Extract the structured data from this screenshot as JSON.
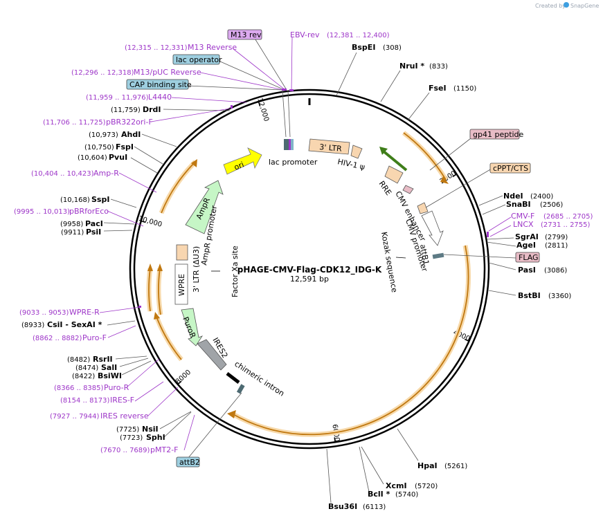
{
  "credit": {
    "prefix": "Created by",
    "brand": "SnapGene"
  },
  "plasmid": {
    "name": "pHAGE-CMV-Flag-CDK12_IDG-K",
    "size": "12,591 bp",
    "length": 12591
  },
  "ticks": [
    {
      "bp": 2000,
      "label": "2000"
    },
    {
      "bp": 4000,
      "label": "4000"
    },
    {
      "bp": 6000,
      "label": "6000"
    },
    {
      "bp": 8000,
      "label": "8000"
    },
    {
      "bp": 10000,
      "label": "10,000"
    },
    {
      "bp": 12000,
      "label": "12,000"
    }
  ],
  "cut_sites": [
    {
      "name": "BspEI",
      "pos": "(308)",
      "bp": 308
    },
    {
      "name": "NruI *",
      "pos": "(833)",
      "bp": 833
    },
    {
      "name": "FseI",
      "pos": "(1150)",
      "bp": 1150
    },
    {
      "name": "NdeI",
      "pos": "(2400)",
      "bp": 2400
    },
    {
      "name": "SnaBI",
      "pos": "(2506)",
      "bp": 2506
    },
    {
      "name": "SgrAI",
      "pos": "(2799)",
      "bp": 2799
    },
    {
      "name": "AgeI",
      "pos": "(2811)",
      "bp": 2811
    },
    {
      "name": "PasI",
      "pos": "(3086)",
      "bp": 3086
    },
    {
      "name": "BstBI",
      "pos": "(3360)",
      "bp": 3360
    },
    {
      "name": "HpaI",
      "pos": "(5261)",
      "bp": 5261
    },
    {
      "name": "XcmI",
      "pos": "(5720)",
      "bp": 5720
    },
    {
      "name": "BclI *",
      "pos": "(5740)",
      "bp": 5740
    },
    {
      "name": "Bsu36I",
      "pos": "(6113)",
      "bp": 6113
    },
    {
      "name": "SphI",
      "pos": "(7723)",
      "bp": 7723
    },
    {
      "name": "NsiI",
      "pos": "(7725)",
      "bp": 7725
    },
    {
      "name": "BsiWI",
      "pos": "(8422)",
      "bp": 8422
    },
    {
      "name": "SalI",
      "pos": "(8474)",
      "bp": 8474
    },
    {
      "name": "RsrII",
      "pos": "(8482)",
      "bp": 8482
    },
    {
      "name": "CsiI - SexAI *",
      "pos": "(8933)",
      "bp": 8933
    },
    {
      "name": "PsiI",
      "pos": "(9911)",
      "bp": 9911
    },
    {
      "name": "PacI",
      "pos": "(9958)",
      "bp": 9958
    },
    {
      "name": "SspI",
      "pos": "(10,168)",
      "bp": 10168
    },
    {
      "name": "PvuI",
      "pos": "(10,604)",
      "bp": 10604
    },
    {
      "name": "FspI",
      "pos": "(10,750)",
      "bp": 10750
    },
    {
      "name": "AhdI",
      "pos": "(10,973)",
      "bp": 10973
    },
    {
      "name": "DrdI",
      "pos": "(11,759)",
      "bp": 11759
    }
  ],
  "primers": [
    {
      "name": "EBV-rev",
      "pos": "(12,381 .. 12,400)",
      "bp": 12390
    },
    {
      "name": "M13 Reverse",
      "pos": "(12,315 .. 12,331)",
      "bp": 12323
    },
    {
      "name": "M13/pUC Reverse",
      "pos": "(12,296 .. 12,318)",
      "bp": 12307
    },
    {
      "name": "L4440",
      "pos": "(11,959 .. 11,976)",
      "bp": 11968
    },
    {
      "name": "pBR322ori-F",
      "pos": "(11,706 .. 11,725)",
      "bp": 11716
    },
    {
      "name": "Amp-R",
      "pos": "(10,404 .. 10,423)",
      "bp": 10414
    },
    {
      "name": "pBRforEco",
      "pos": "(9995 .. 10,013)",
      "bp": 10004
    },
    {
      "name": "WPRE-R",
      "pos": "(9033 .. 9053)",
      "bp": 9043
    },
    {
      "name": "Puro-F",
      "pos": "(8862 .. 8882)",
      "bp": 8872
    },
    {
      "name": "Puro-R",
      "pos": "(8366 .. 8385)",
      "bp": 8376
    },
    {
      "name": "IRES-F",
      "pos": "(8154 .. 8173)",
      "bp": 8164
    },
    {
      "name": "IRES reverse",
      "pos": "(7927 .. 7944)",
      "bp": 7936
    },
    {
      "name": "pMT2-F",
      "pos": "(7670 .. 7689)",
      "bp": 7680
    },
    {
      "name": "CMV-F",
      "pos": "(2685 .. 2705)",
      "bp": 2695
    },
    {
      "name": "LNCX",
      "pos": "(2731 .. 2755)",
      "bp": 2743
    }
  ],
  "boxed_labels": [
    {
      "text": "M13 rev",
      "fill": "#dcaaf0"
    },
    {
      "text": "lac operator",
      "fill": "#9ecfe0"
    },
    {
      "text": "CAP binding site",
      "fill": "#9ecfe0"
    },
    {
      "text": "gp41 peptide",
      "fill": "#e8bcc6"
    },
    {
      "text": "cPPT/CTS",
      "fill": "#f8d6b0"
    },
    {
      "text": "FLAG",
      "fill": "#e8bcc6"
    },
    {
      "text": "attB2",
      "fill": "#9ecfe0"
    }
  ],
  "features": {
    "ltr5": "3' LTR",
    "hiv_psi": "HIV-1 ψ",
    "rre": "RRE",
    "cmv_enhancer": "CMV enhancer",
    "cmv_promoter": "CMV promoter",
    "attb1": "attB1",
    "kozak": "Kozak sequence",
    "lac_promoter": "lac promoter",
    "ori": "ori",
    "ampr": "AmpR",
    "ampr_promoter": "AmpR promoter",
    "ltr3": "3' LTR (ΔU3)",
    "factor_xa": "Factor Xa site",
    "wpre": "WPRE",
    "puror": "PuroR",
    "ires2": "IRES2",
    "chimeric_intron": "chimeric intron"
  },
  "colors": {
    "backbone": "#000000",
    "cds_orange": "#f0a93c",
    "primer_purple": "#9d35c8",
    "ori_yellow": "#ffff00",
    "ampr_green": "#c6f6c6",
    "puror_green": "#c6f6c6",
    "ltr_peach": "#f8d6b0",
    "ires_gray": "#a0a4a8"
  }
}
